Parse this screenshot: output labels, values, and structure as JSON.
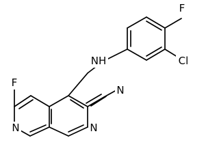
{
  "structure": {
    "atoms": {
      "fluoro_pyridine": "F",
      "pyridine_n": "N",
      "quinoline_n": "N",
      "nitrile_n": "N",
      "amine": "NH",
      "aryl_fluoro": "F",
      "aryl_chloro": "Cl"
    },
    "colors": {
      "bond": "#000000",
      "label": "#000000",
      "background": "#ffffff"
    }
  }
}
